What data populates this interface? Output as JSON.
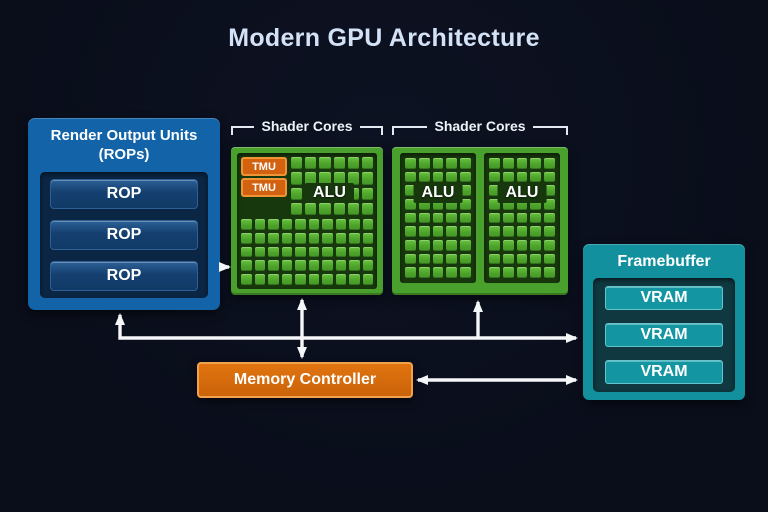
{
  "title": "Modern GPU Architecture",
  "colors": {
    "background": "#0a0e1b",
    "title_text": "#d3e2f6",
    "rop_blue": "#1263a8",
    "rop_bar_blue": "#143f6f",
    "shader_green": "#4aa02d",
    "shader_panel_green": "#17380d",
    "alu_cell_green": "#55b02f",
    "tmu_orange": "#d2620f",
    "framebuffer_teal": "#13909d",
    "vram_teal": "#1495a2",
    "memory_controller_orange": "#d2670e",
    "arrow_white": "#f4f6f8"
  },
  "rop_unit": {
    "title_line1": "Render Output Units",
    "title_line2": "(ROPs)",
    "bars": [
      "ROP",
      "ROP",
      "ROP"
    ]
  },
  "shader_cluster_1": {
    "label": "Shader Cores",
    "tmu_labels": [
      "TMU",
      "TMU"
    ],
    "alu_label": "ALU"
  },
  "shader_cluster_2": {
    "label": "Shader Cores",
    "alu_labels": [
      "ALU",
      "ALU"
    ]
  },
  "framebuffer": {
    "title": "Framebuffer",
    "bars": [
      "VRAM",
      "VRAM",
      "VRAM"
    ]
  },
  "memory_controller": {
    "label": "Memory Controller"
  }
}
